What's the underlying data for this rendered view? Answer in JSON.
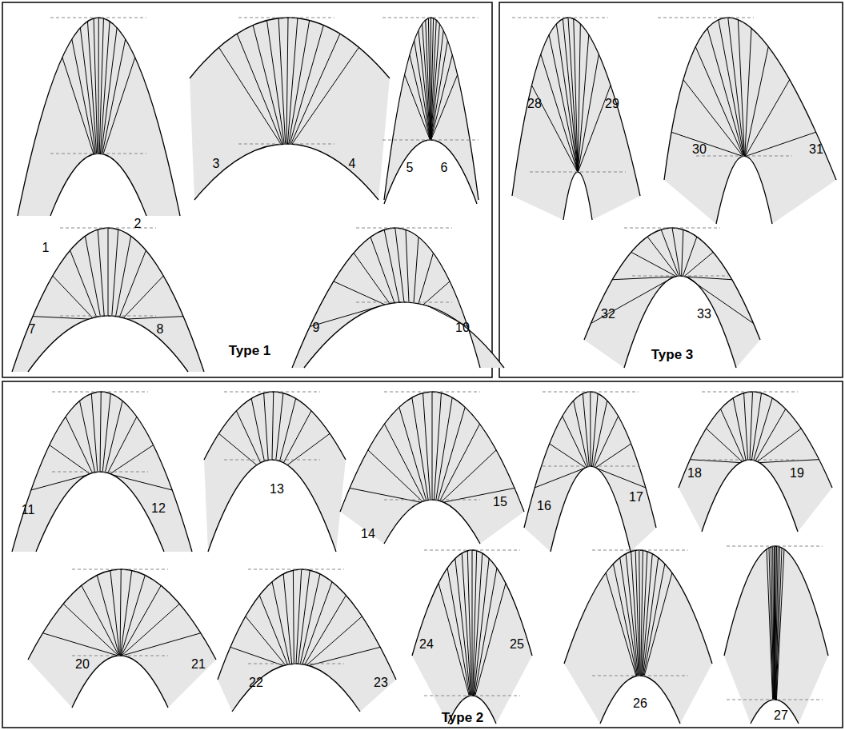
{
  "diagram": {
    "labels": [
      "1",
      "2",
      "3",
      "4",
      "5",
      "6",
      "7",
      "8",
      "9",
      "10",
      "Type 1",
      "28",
      "29",
      "30",
      "31",
      "32",
      "33",
      "Type 3",
      "11",
      "12",
      "13",
      "14",
      "15",
      "16",
      "17",
      "18",
      "19",
      "20",
      "21",
      "22",
      "23",
      "24",
      "25",
      "26",
      "27",
      "Type 2"
    ]
  }
}
